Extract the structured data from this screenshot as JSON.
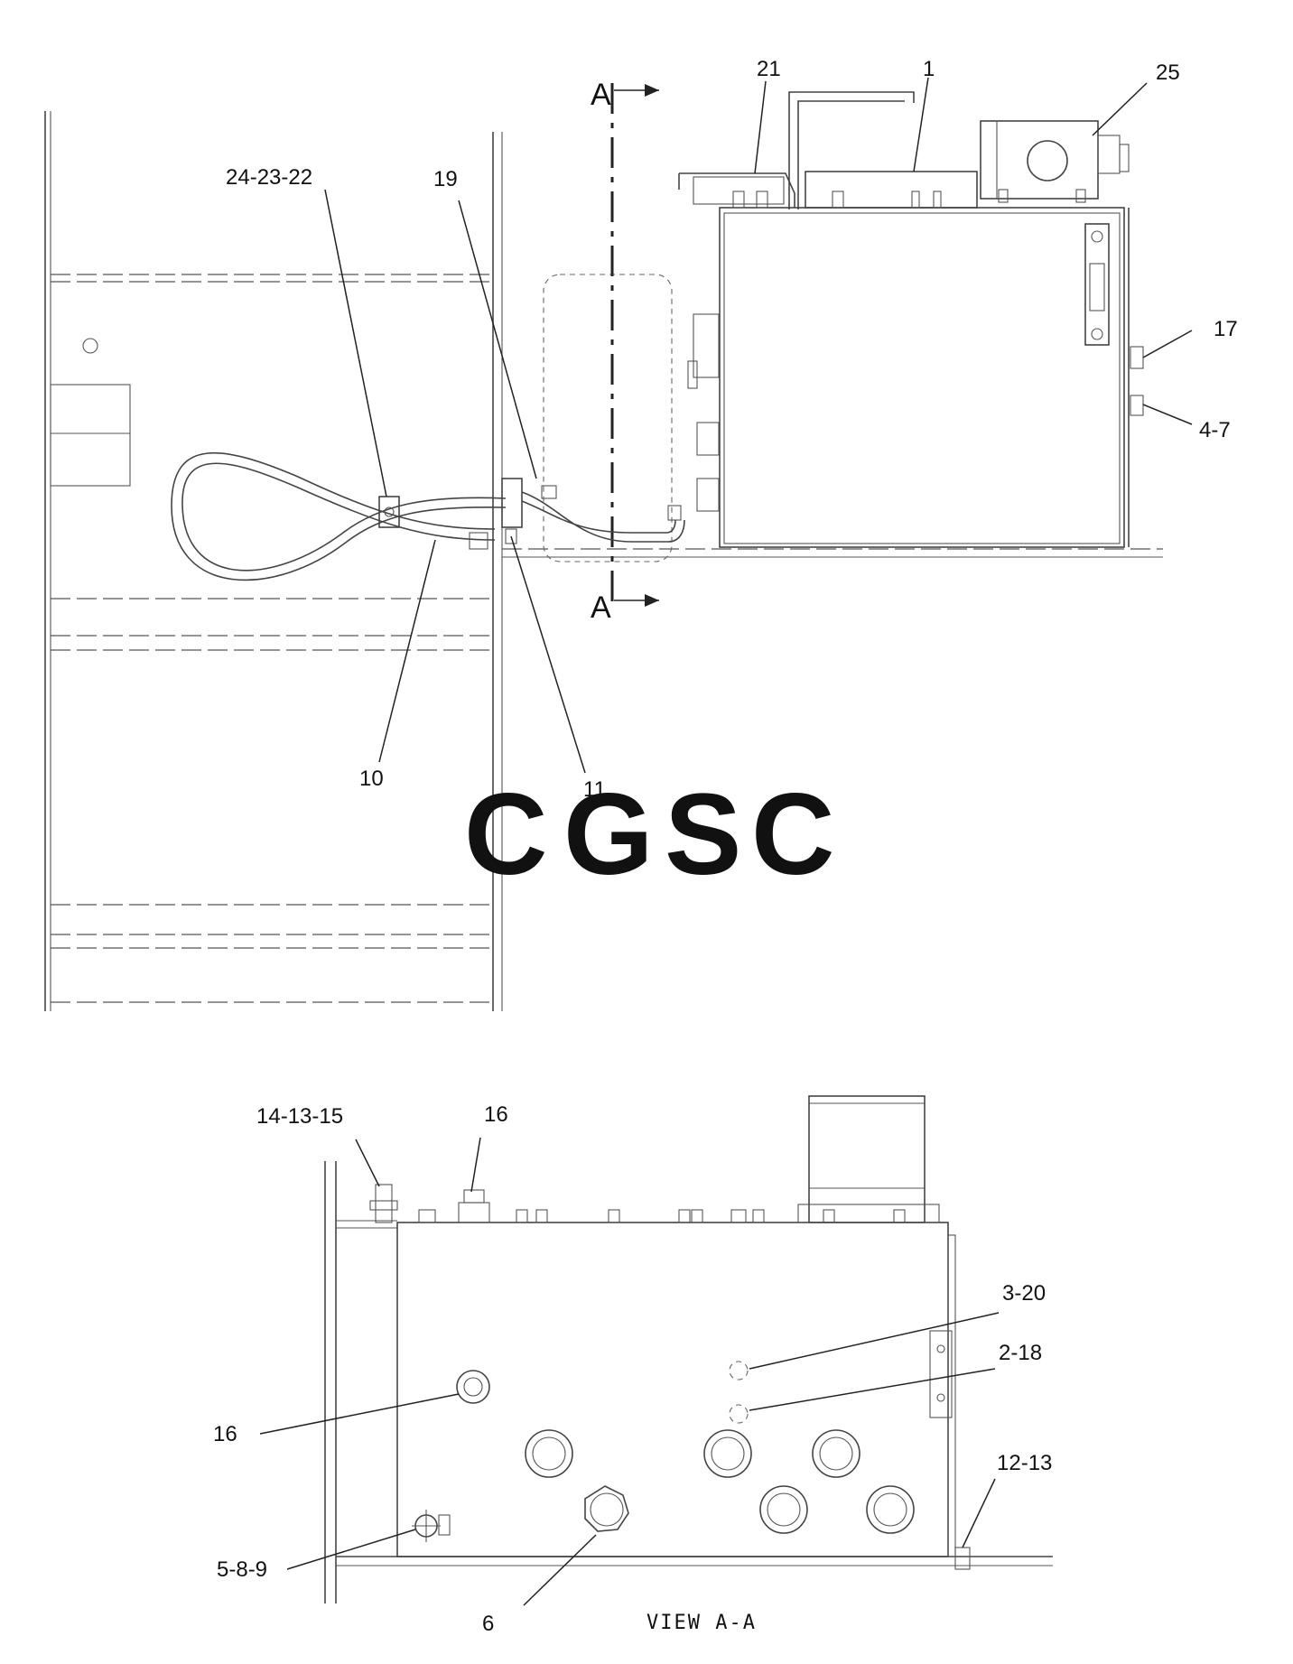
{
  "callouts": {
    "c21": "21",
    "c1": "1",
    "c25": "25",
    "c24_23_22": "24-23-22",
    "c19": "19",
    "c17": "17",
    "c4_7": "4-7",
    "c10": "10",
    "c11": "11",
    "c14_13_15": "14-13-15",
    "c16_top": "16",
    "c3_20": "3-20",
    "c2_18": "2-18",
    "c16_left": "16",
    "c12_13": "12-13",
    "c5_8_9": "5-8-9",
    "c6": "6"
  },
  "section_marks": {
    "top": "A",
    "bottom": "A"
  },
  "view_title": "VIEW A-A",
  "watermark": {
    "letters": [
      "C",
      "G",
      "S",
      "C"
    ],
    "colors": [
      "#7fb0f5",
      "#f4948c",
      "#f7d56a",
      "#82c3a2"
    ]
  }
}
